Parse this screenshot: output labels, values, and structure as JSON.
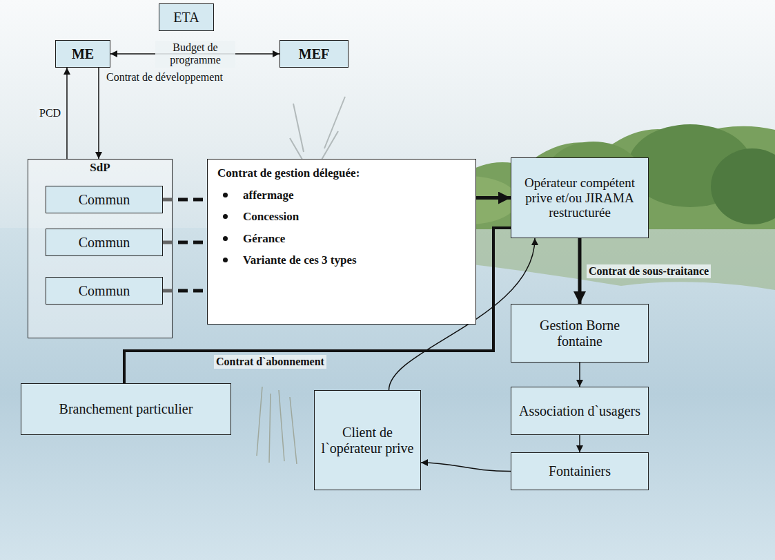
{
  "diagram": {
    "nodes": [
      {
        "text": [
          "ETA"
        ]
      },
      {
        "text": [
          "ME"
        ]
      },
      {
        "text": [
          "MEF"
        ]
      },
      {
        "text": [
          "SdP"
        ]
      },
      {
        "text": [
          "Commun"
        ],
        "in": 3
      },
      {
        "text": [
          "Commun"
        ],
        "in": 3
      },
      {
        "text": [
          "Commun"
        ],
        "in": 3
      },
      {
        "text": [
          "Contrat de gestion déleguée:",
          "affermage",
          "Concession",
          "Gérance",
          "Variante de ces 3 types"
        ]
      },
      {
        "text": [
          "Opérateur compétent prive et/ou JIRAMA restructurée"
        ]
      },
      {
        "text": [
          "Gestion Borne fontaine"
        ]
      },
      {
        "text": [
          "Association d`usagers"
        ]
      },
      {
        "text": [
          "Fontainiers"
        ]
      },
      {
        "text": [
          "Client de l`opérateur prive"
        ]
      },
      {
        "text": [
          "Branchement particulier"
        ]
      }
    ],
    "edges": [
      {
        "from": 1,
        "to": 2,
        "label": "Budget de programme",
        "arrow": "both"
      },
      {
        "from": 3,
        "to": 1,
        "label": "PCD",
        "arrow": "to"
      },
      {
        "from": 1,
        "to": 3,
        "label": "Contrat de développement",
        "arrow": "to"
      },
      {
        "from": 4,
        "to": 7,
        "arrow": "none"
      },
      {
        "from": 5,
        "to": 7,
        "arrow": "none"
      },
      {
        "from": 6,
        "to": 7,
        "arrow": "none"
      },
      {
        "from": 7,
        "to": 8,
        "arrow": "to"
      },
      {
        "from": 8,
        "to": 9,
        "label": "Contrat de sous-traitance",
        "arrow": "to"
      },
      {
        "from": 9,
        "to": 10,
        "arrow": "to"
      },
      {
        "from": 10,
        "to": 11,
        "arrow": "to"
      },
      {
        "from": 11,
        "to": 12,
        "arrow": "to"
      },
      {
        "from": 12,
        "to": 8,
        "arrow": "to"
      },
      {
        "from": 13,
        "to": 8,
        "label": "Contrat d`abonnement",
        "arrow": "none"
      }
    ]
  }
}
